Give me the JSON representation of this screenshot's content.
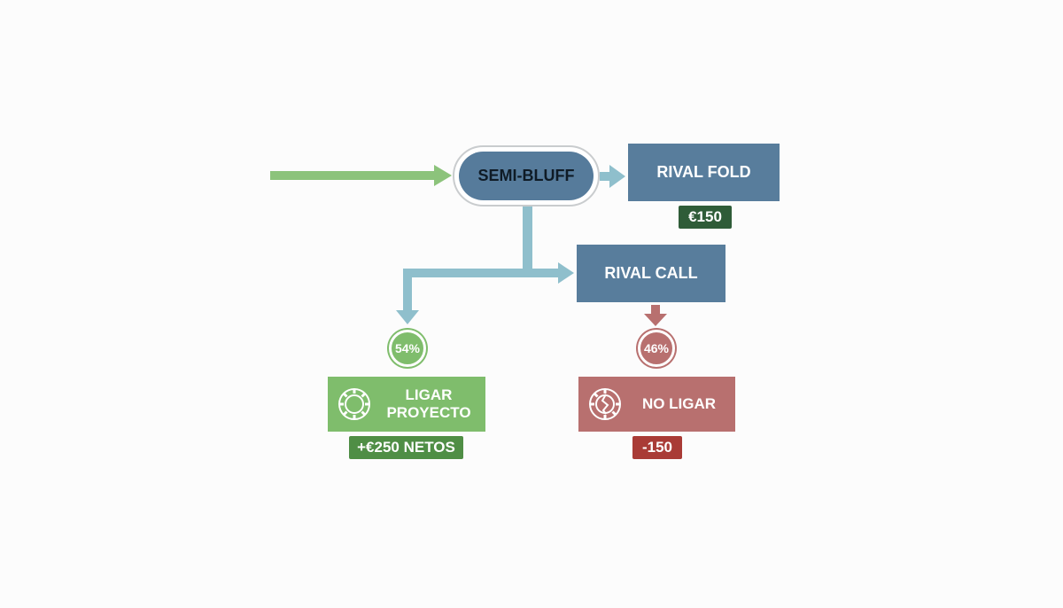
{
  "diagram": {
    "start_node": {
      "label": "SEMI-BLUFF"
    },
    "fold_node": {
      "label": "RIVAL FOLD",
      "payoff": "€150"
    },
    "call_node": {
      "label": "RIVAL CALL"
    },
    "hit_outcome": {
      "label": "LIGAR PROYECTO",
      "probability": "54%",
      "payoff": "+€250 NETOS"
    },
    "miss_outcome": {
      "label": "NO LIGAR",
      "probability": "46%",
      "payoff": "-150"
    }
  },
  "colors": {
    "input_arrow": "#8cc37b",
    "flow_arrow": "#8fbfcc",
    "node_blue": "#587d9c",
    "win_green": "#7fbd6c",
    "win_tag": "#4f8e45",
    "fold_tag": "#2f5c38",
    "lose_red": "#b8706f",
    "lose_tag": "#a93b36"
  },
  "icons": {
    "hit": "poker-chip-icon",
    "miss": "broken-poker-chip-icon"
  }
}
